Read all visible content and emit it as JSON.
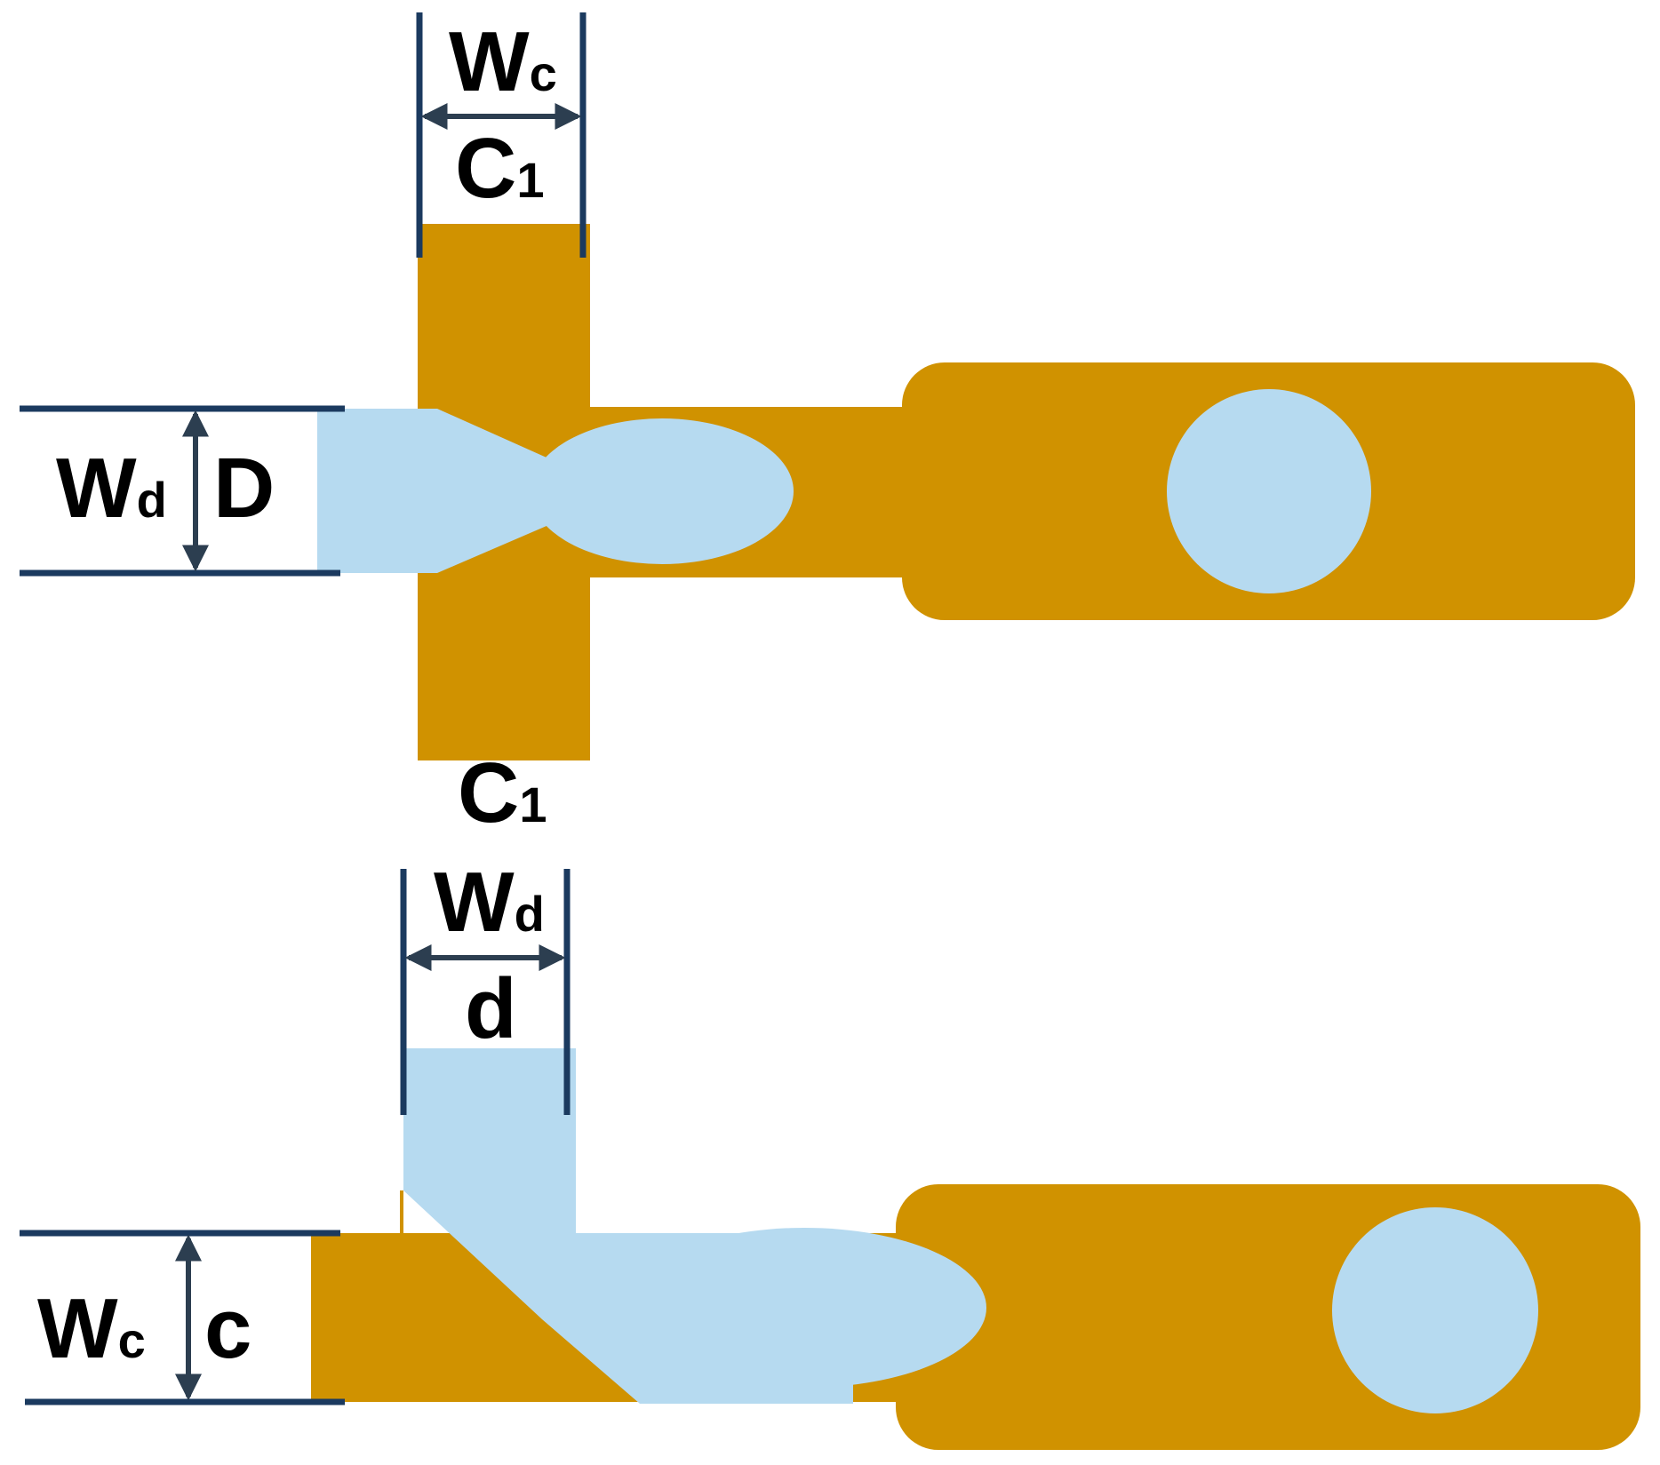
{
  "colors": {
    "channel": "#D09200",
    "fluid": "#B6DAF0",
    "dimension": "#1B3A5F"
  },
  "top_junction": {
    "continuous_width": {
      "main": "W",
      "sub": "c"
    },
    "continuous_inlet_top": {
      "main": "C",
      "sub": "1"
    },
    "continuous_inlet_bottom": {
      "main": "C",
      "sub": "1"
    },
    "dispersed_width": {
      "main": "W",
      "sub": "d"
    },
    "dispersed_inlet": "D"
  },
  "bottom_junction": {
    "dispersed_width": {
      "main": "W",
      "sub": "d"
    },
    "dispersed_inlet": "d",
    "continuous_width": {
      "main": "W",
      "sub": "c"
    },
    "continuous_inlet": "c"
  }
}
